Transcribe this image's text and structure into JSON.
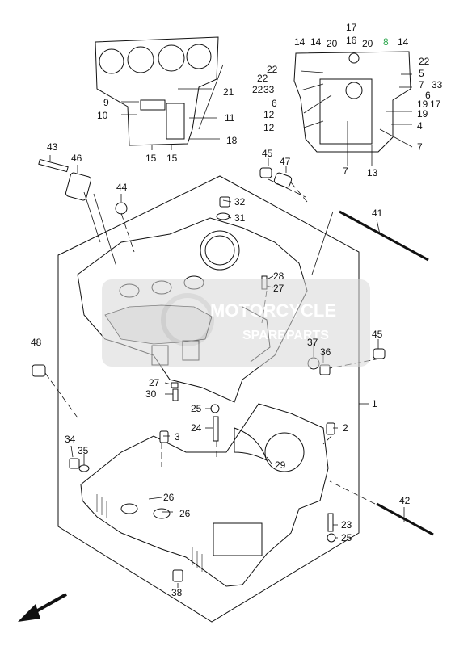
{
  "watermark": {
    "brand": "MOTORCYCLE",
    "sub": "SPAREPARTS",
    "color": "#c8c8c8"
  },
  "labels": [
    {
      "id": "l43",
      "text": "43"
    },
    {
      "id": "l46",
      "text": "46"
    },
    {
      "id": "l44",
      "text": "44"
    },
    {
      "id": "l45a",
      "text": "45"
    },
    {
      "id": "l47",
      "text": "47"
    },
    {
      "id": "l32",
      "text": "32"
    },
    {
      "id": "l31",
      "text": "31"
    },
    {
      "id": "l41",
      "text": "41"
    },
    {
      "id": "l28",
      "text": "28"
    },
    {
      "id": "l27a",
      "text": "27"
    },
    {
      "id": "l48",
      "text": "48"
    },
    {
      "id": "l45b",
      "text": "45"
    },
    {
      "id": "l37",
      "text": "37"
    },
    {
      "id": "l36",
      "text": "36"
    },
    {
      "id": "l27b",
      "text": "27"
    },
    {
      "id": "l30",
      "text": "30"
    },
    {
      "id": "l25a",
      "text": "25"
    },
    {
      "id": "l1",
      "text": "1"
    },
    {
      "id": "l24",
      "text": "24"
    },
    {
      "id": "l3",
      "text": "3"
    },
    {
      "id": "l2",
      "text": "2"
    },
    {
      "id": "l34",
      "text": "34"
    },
    {
      "id": "l35",
      "text": "35"
    },
    {
      "id": "l29",
      "text": "29"
    },
    {
      "id": "l26a",
      "text": "26"
    },
    {
      "id": "l26b",
      "text": "26"
    },
    {
      "id": "l42",
      "text": "42"
    },
    {
      "id": "l23",
      "text": "23"
    },
    {
      "id": "l25b",
      "text": "25"
    },
    {
      "id": "l38",
      "text": "38"
    },
    {
      "id": "l9",
      "text": "9"
    },
    {
      "id": "l10",
      "text": "10"
    },
    {
      "id": "l21",
      "text": "21"
    },
    {
      "id": "l11",
      "text": "11"
    },
    {
      "id": "l18",
      "text": "18"
    },
    {
      "id": "l15a",
      "text": "15"
    },
    {
      "id": "l15b",
      "text": "15"
    },
    {
      "id": "l14a",
      "text": "14"
    },
    {
      "id": "l14b",
      "text": "14"
    },
    {
      "id": "l17",
      "text": "17"
    },
    {
      "id": "l20a",
      "text": "20"
    },
    {
      "id": "l16",
      "text": "16"
    },
    {
      "id": "l20b",
      "text": "20"
    },
    {
      "id": "l8",
      "text": "8",
      "highlight": true
    },
    {
      "id": "l14c",
      "text": "14"
    },
    {
      "id": "l22a",
      "text": "22"
    },
    {
      "id": "l22b",
      "text": "22"
    },
    {
      "id": "l22c",
      "text": "22"
    },
    {
      "id": "l33a",
      "text": "33"
    },
    {
      "id": "l5",
      "text": "5"
    },
    {
      "id": "l7a",
      "text": "7"
    },
    {
      "id": "l33b",
      "text": "33"
    },
    {
      "id": "l6a",
      "text": "6"
    },
    {
      "id": "l6b",
      "text": "6"
    },
    {
      "id": "l12a",
      "text": "12"
    },
    {
      "id": "l12b",
      "text": "12"
    },
    {
      "id": "l19a",
      "text": "19"
    },
    {
      "id": "l17b",
      "text": "17"
    },
    {
      "id": "l19b",
      "text": "19"
    },
    {
      "id": "l4",
      "text": "4"
    },
    {
      "id": "l7b",
      "text": "7"
    },
    {
      "id": "l7c",
      "text": "7"
    },
    {
      "id": "l13",
      "text": "13"
    }
  ]
}
